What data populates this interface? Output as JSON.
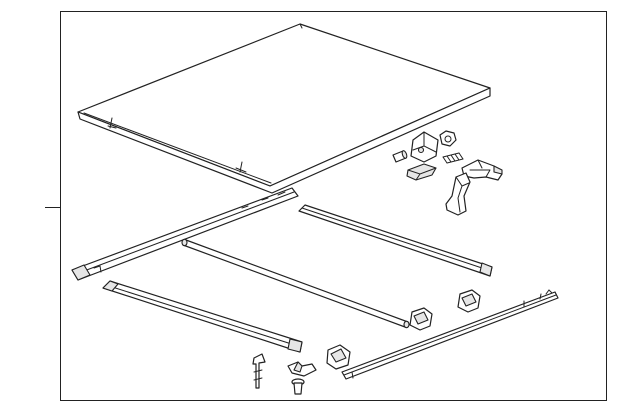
{
  "diagram": {
    "colors": {
      "line": "#222222",
      "fill": "#ffffff",
      "shade": "#e6e6e6"
    },
    "parts": [
      {
        "id": "tonneau-cover-panel"
      },
      {
        "id": "pivot-mount-bracket"
      },
      {
        "id": "hex-nut"
      },
      {
        "id": "spacer-bushing"
      },
      {
        "id": "coil-spring"
      },
      {
        "id": "rubber-pad"
      },
      {
        "id": "release-latch-handle"
      },
      {
        "id": "latch-lever"
      },
      {
        "id": "front-side-rail-left"
      },
      {
        "id": "rear-side-rail-right"
      },
      {
        "id": "center-crossbar"
      },
      {
        "id": "front-side-rail-right"
      },
      {
        "id": "rail-end-clamp"
      },
      {
        "id": "header-rail"
      },
      {
        "id": "support-rod"
      },
      {
        "id": "retainer-clip"
      },
      {
        "id": "push-pin-fastener"
      }
    ]
  }
}
